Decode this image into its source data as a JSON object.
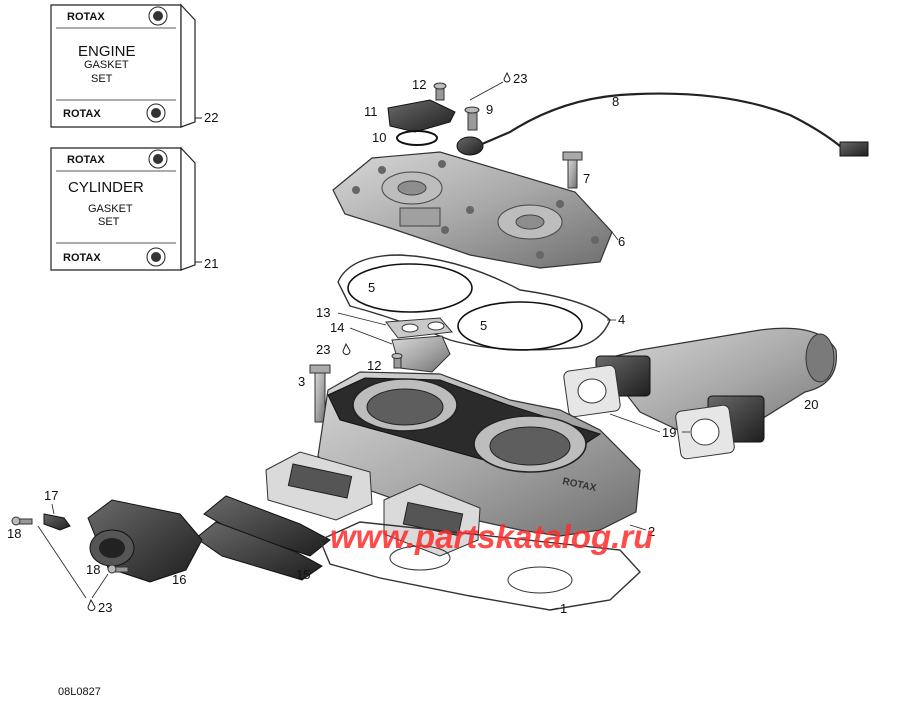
{
  "kits": [
    {
      "brand_top": "ROTAX",
      "title": "ENGINE",
      "line2": "GASKET",
      "line3": "SET",
      "brand_bottom": "ROTAX",
      "callout": "22"
    },
    {
      "brand_top": "ROTAX",
      "title": "CYLINDER",
      "line2": "GASKET",
      "line3": "SET",
      "brand_bottom": "ROTAX",
      "callout": "21"
    }
  ],
  "callouts": {
    "c1": "1",
    "c2": "2",
    "c3": "3",
    "c4": "4",
    "c5a": "5",
    "c5b": "5",
    "c6": "6",
    "c7": "7",
    "c8": "8",
    "c9": "9",
    "c10": "10",
    "c11": "11",
    "c12a": "12",
    "c12b": "12",
    "c13": "13",
    "c14": "14",
    "c15": "15",
    "c16": "16",
    "c17": "17",
    "c18a": "18",
    "c18b": "18",
    "c19": "19",
    "c20": "20",
    "c23a": "23",
    "c23b": "23",
    "c23c": "23"
  },
  "cylinder_brand": "ROTAX",
  "watermark": "www.partskatalog.ru",
  "figure_code": "08L0827",
  "colors": {
    "line": "#222222",
    "metal": "#9a9a9a",
    "dark": "#2a2a2a",
    "watermark": "#ff2b2b"
  }
}
